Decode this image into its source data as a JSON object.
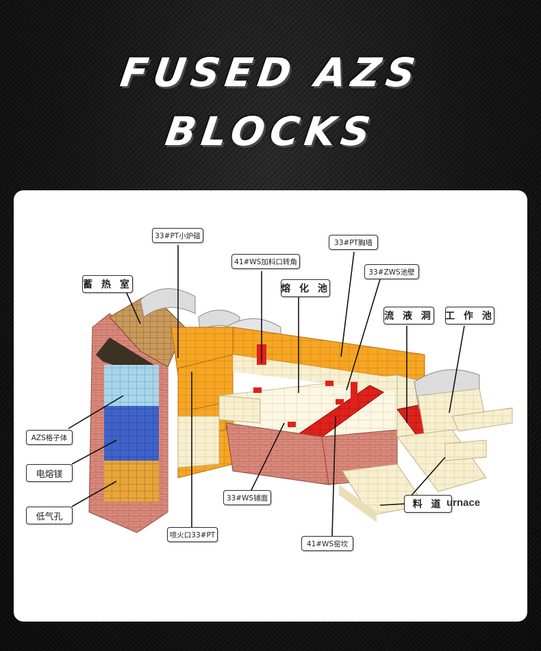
{
  "title": {
    "line1": "FUSED AZS",
    "line2": "BLOCKS"
  },
  "labels": {
    "pt_small_furnace": "33#PT小炉碹",
    "ws_feed_corner": "41#WS加料口转角",
    "pt_breast_wall": "33#PT胸墙",
    "zws_tank_wall": "33#ZWS池壁",
    "regenerator": "蓄 热 室",
    "melting_tank": "熔 化 池",
    "throat": "流 液 洞",
    "working_tank": "工 作 池",
    "azs_checker": "AZS格子体",
    "fused_magnesia": "电熔镁",
    "low_porosity": "低气孔",
    "ws_paving": "33#WS铺面",
    "port_pt": "喷火口33#PT",
    "ws_weir": "41#WS窑坎",
    "forehearth": "料  道"
  },
  "watermark": "urnace",
  "colors": {
    "brick": "#d98a7a",
    "orange": "#f6a623",
    "red": "#e0211b",
    "cream": "#f7efcf",
    "blue": "#3f63c9",
    "gold": "#e9a53a"
  }
}
